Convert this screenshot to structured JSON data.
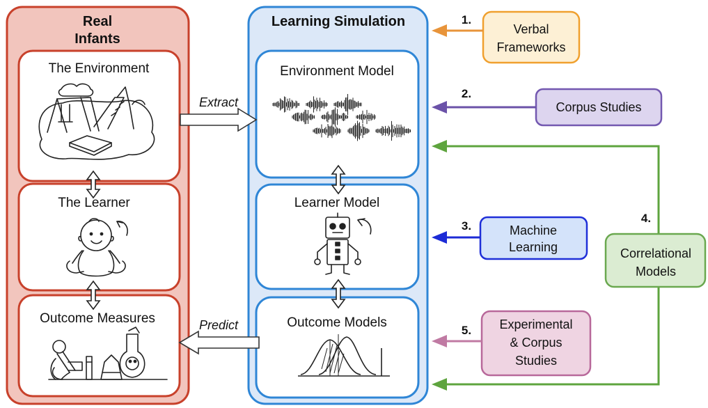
{
  "left_panel": {
    "title_line1": "Real",
    "title_line2": "Infants",
    "boxes": [
      "The Environment",
      "The Learner",
      "Outcome Measures"
    ],
    "fill": "#f2c5bd",
    "stroke": "#c8412b"
  },
  "center_panel": {
    "title": "Learning Simulation",
    "boxes": [
      "Environment Model",
      "Learner Model",
      "Outcome Models"
    ],
    "fill": "#dce8f8",
    "stroke": "#2f86d6"
  },
  "flows": {
    "extract": "Extract",
    "predict": "Predict"
  },
  "sources": [
    {
      "number": "1.",
      "lines": [
        "Verbal",
        "Frameworks"
      ],
      "fill": "#fdf0d5",
      "stroke": "#f0a02e",
      "arrow": "#e8943a"
    },
    {
      "number": "2.",
      "lines": [
        "Corpus Studies"
      ],
      "fill": "#ddd5ef",
      "stroke": "#7358b0",
      "arrow": "#6b52a8"
    },
    {
      "number": "3.",
      "lines": [
        "Machine",
        "Learning"
      ],
      "fill": "#d4e3fa",
      "stroke": "#1f2fd8",
      "arrow": "#1c2bd6"
    },
    {
      "number": "4.",
      "lines": [
        "Correlational",
        "Models"
      ],
      "fill": "#dbecd2",
      "stroke": "#6aa84f",
      "arrow": "#5ea43e"
    },
    {
      "number": "5.",
      "lines": [
        "Experimental",
        "& Corpus",
        "Studies"
      ],
      "fill": "#efd4e2",
      "stroke": "#b8689a",
      "arrow": "#c07aa3"
    }
  ]
}
